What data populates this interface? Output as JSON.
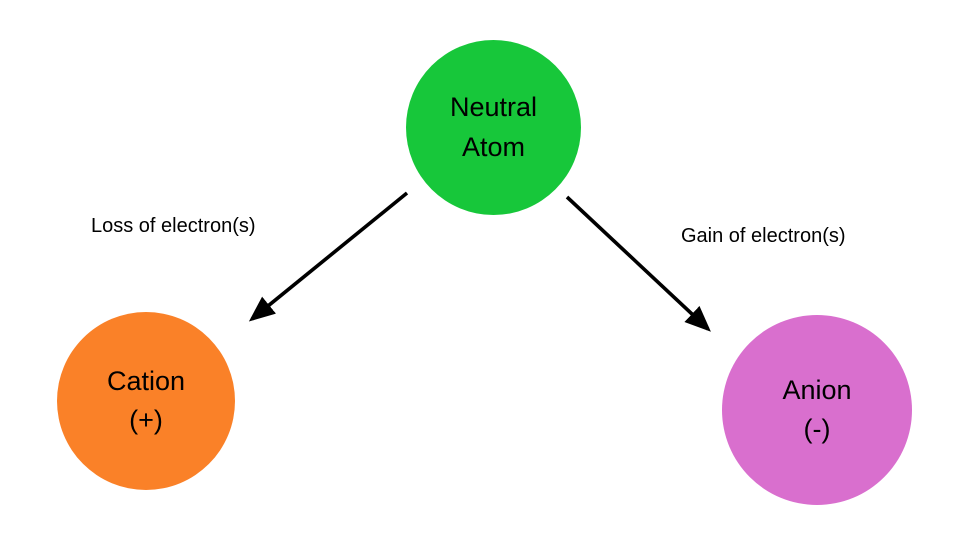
{
  "diagram": {
    "background_color": "#ffffff",
    "text_color": "#000000",
    "arrow_color": "#000000",
    "nodes": {
      "neutral": {
        "line1": "Neutral",
        "line2": "Atom",
        "color": "#17c73a",
        "shape": "circle"
      },
      "cation": {
        "line1": "Cation",
        "line2": "(+)",
        "color": "#fa8128",
        "shape": "circle"
      },
      "anion": {
        "line1": "Anion",
        "line2": "(-)",
        "color": "#d96fce",
        "shape": "circle"
      }
    },
    "edges": {
      "loss": {
        "from": "neutral",
        "to": "cation",
        "label": "Loss of electron(s)"
      },
      "gain": {
        "from": "neutral",
        "to": "anion",
        "label": "Gain of electron(s)"
      }
    }
  }
}
